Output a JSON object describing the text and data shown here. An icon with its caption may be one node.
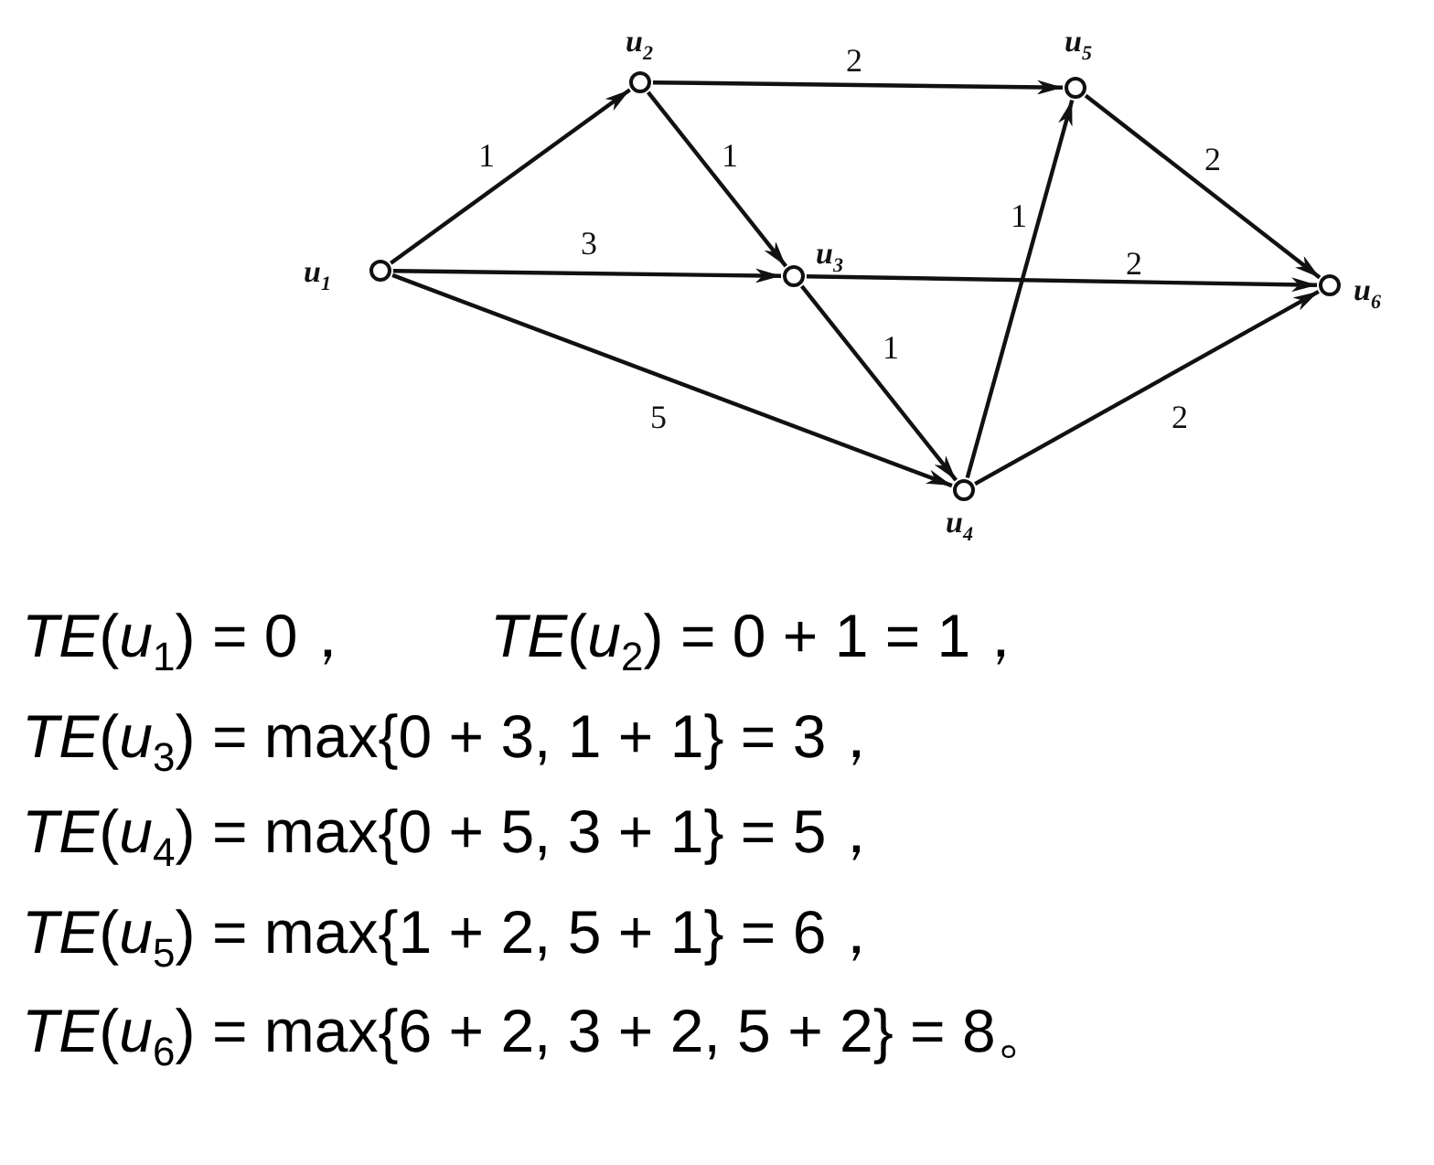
{
  "diagram": {
    "nodes": [
      {
        "text": [],
        "shape": "circle",
        "beside": [
          "*u*$_{1}$"
        ]
      },
      {
        "text": [],
        "shape": "circle",
        "beside": [
          "*u*$_{2}$"
        ]
      },
      {
        "text": [],
        "shape": "circle",
        "beside": [
          "*u*$_{3}$"
        ]
      },
      {
        "text": [],
        "shape": "circle",
        "beside": [
          "*u*$_{4}$"
        ]
      },
      {
        "text": [],
        "shape": "circle",
        "beside": [
          "*u*$_{5}$"
        ]
      },
      {
        "text": [],
        "shape": "circle",
        "beside": [
          "*u*$_{6}$"
        ]
      }
    ],
    "edges": [
      {
        "from": 0,
        "to": 1,
        "arrow": "to",
        "label": "1"
      },
      {
        "from": 0,
        "to": 2,
        "arrow": "to",
        "label": "3"
      },
      {
        "from": 0,
        "to": 3,
        "arrow": "to",
        "label": "5"
      },
      {
        "from": 1,
        "to": 4,
        "arrow": "to",
        "label": "2"
      },
      {
        "from": 1,
        "to": 2,
        "arrow": "to",
        "label": "1"
      },
      {
        "from": 2,
        "to": 5,
        "arrow": "to",
        "label": "2"
      },
      {
        "from": 2,
        "to": 3,
        "arrow": "to",
        "label": "1"
      },
      {
        "from": 3,
        "to": 4,
        "arrow": "to",
        "label": "1"
      },
      {
        "from": 3,
        "to": 5,
        "arrow": "to",
        "label": "2"
      },
      {
        "from": 4,
        "to": 5,
        "arrow": "to",
        "label": "2"
      }
    ],
    "labels": [
      "*TE*(*u*$_{1}$) = 0，",
      "*TE*(*u*$_{2}$) = 0 + 1 = 1，",
      "*TE*(*u*$_{3}$) = max{0 + 3, 1 + 1} = 3，",
      "*TE*(*u*$_{4}$) = max{0 + 5, 3 + 1} = 5，",
      "*TE*(*u*$_{5}$) = max{1 + 2, 5 + 1} = 6，",
      "*TE*(*u*$_{6}$) = max{6 + 2, 3 + 2, 5 + 2} = 8。"
    ]
  }
}
